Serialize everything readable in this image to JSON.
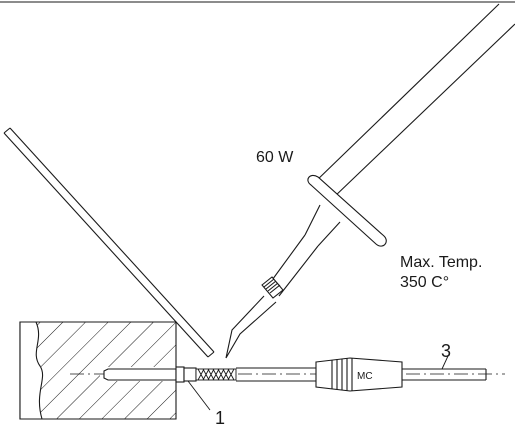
{
  "labels": {
    "power": "60 W",
    "temp_line1": "Max. Temp.",
    "temp_line2": "350 C°",
    "callout_1": "1",
    "callout_3": "3",
    "connector_marking": "MC"
  },
  "colors": {
    "line": "#1a1a1a",
    "background": "#ffffff"
  }
}
